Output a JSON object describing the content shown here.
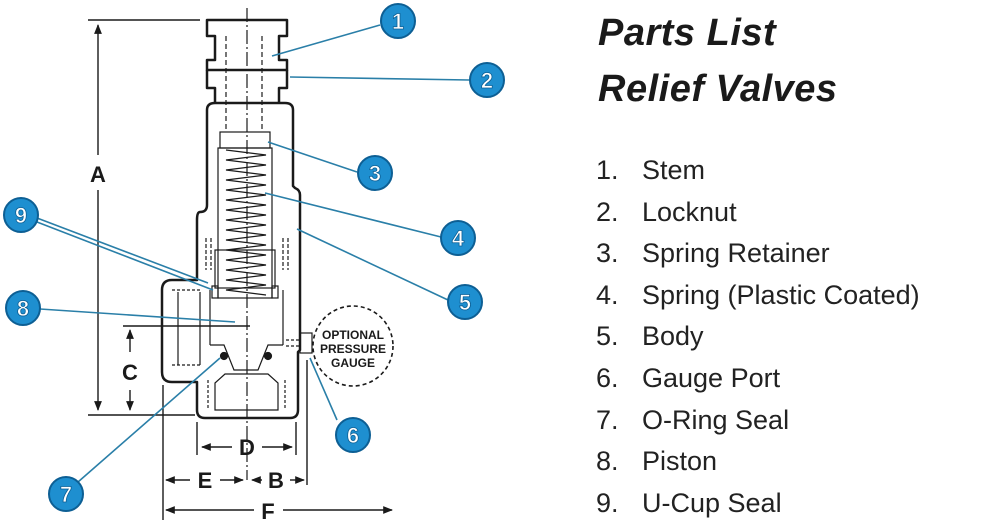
{
  "title": {
    "line1": "Parts List",
    "line2": "Relief Valves"
  },
  "parts": [
    {
      "number": "1.",
      "name": "Stem"
    },
    {
      "number": "2.",
      "name": "Locknut"
    },
    {
      "number": "3.",
      "name": "Spring Retainer"
    },
    {
      "number": "4.",
      "name": "Spring (Plastic Coated)"
    },
    {
      "number": "5.",
      "name": "Body"
    },
    {
      "number": "6.",
      "name": "Gauge Port"
    },
    {
      "number": "7.",
      "name": "O-Ring Seal"
    },
    {
      "number": "8.",
      "name": "Piston"
    },
    {
      "number": "9.",
      "name": "U-Cup Seal"
    }
  ],
  "callouts": [
    "1",
    "2",
    "3",
    "4",
    "5",
    "6",
    "7",
    "8",
    "9"
  ],
  "dimensions": {
    "a": "A",
    "b": "B",
    "c": "C",
    "d": "D",
    "e": "E",
    "f": "F"
  },
  "gauge_label": [
    "OPTIONAL",
    "PRESSURE",
    "GAUGE"
  ],
  "colors": {
    "callout_fill": "#1e8fd0",
    "callout_border": "#0d5f94",
    "leader": "#2a7fa8",
    "line": "#1a1a1a"
  }
}
